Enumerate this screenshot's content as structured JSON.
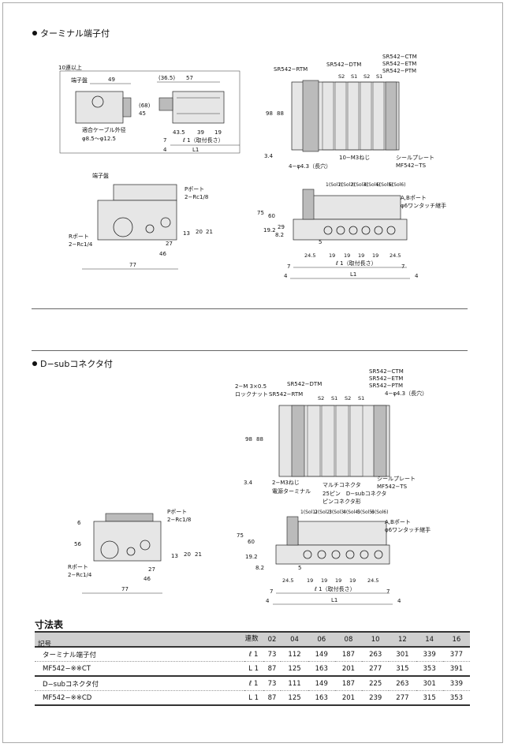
{
  "section1": {
    "title": "ターミナル端子付",
    "labels": {
      "connections_min": "10連以上",
      "terminal_block": "端子盤",
      "cable_od": "適合ケーブル外径",
      "cable_range": "φ8.5～φ12.5",
      "d49": "49",
      "d365": "(36.5)",
      "d57": "57",
      "d68": "(68)",
      "d45": "45",
      "d435": "43.5",
      "d39": "39",
      "d19": "19",
      "d7": "7",
      "d4": "4",
      "l1_mount": "ℓ 1（取付長さ）",
      "L1": "L1",
      "rtm": "SR542−RTM",
      "dtm": "SR542−DTM",
      "ctm": "SR542−CTM",
      "etm": "SR542−ETM",
      "ptm": "SR542−PTM",
      "s2": "S2",
      "s1": "S1",
      "d98": "98",
      "d88": "88",
      "d34": "3.4",
      "holes": "4−φ4.3（長穴）",
      "screws": "10−M3ねじ",
      "seal_plate": "シールプレート",
      "seal_model": "MF542−TS",
      "p_port": "Pポート",
      "p_port_size": "2−Rc1/8",
      "r_port": "Rポート",
      "r_port_size": "2−Rc1/4",
      "d20": "20",
      "d21": "21",
      "d13": "13",
      "d27": "27",
      "d46": "46",
      "d77": "77",
      "d75": "75",
      "d60": "60",
      "d29": "29",
      "d192": "19.2",
      "d82": "8.2",
      "d5": "5",
      "d245": "24.5",
      "ab_port": "A,Bポート",
      "ab_fit": "φ6ワンタッチ継手",
      "sol": [
        "1(Sol1)",
        "2(Sol2)",
        "3(Sol3)",
        "4(Sol4)",
        "5(Sol5)",
        "6(Sol6)"
      ]
    }
  },
  "section2": {
    "title": "D−subコネクタ付",
    "labels": {
      "locknut": "2−M 3×0.5",
      "locknut2": "ロックナット",
      "rtm": "SR542−RTM",
      "dtm": "SR542−DTM",
      "ctm": "SR542−CTM",
      "etm": "SR542−ETM",
      "ptm": "SR542−PTM",
      "s2": "S2",
      "s1": "S1",
      "holes": "4−φ4.3（長穴）",
      "d98": "98",
      "d88": "88",
      "d34": "3.4",
      "m3": "2−M3ねじ",
      "power_terminal": "電源ターミナル",
      "multi_conn": "マルチコネクタ",
      "dsub": "25ピン　D−subコネクタ",
      "dsub2": "ピンコネクタ形",
      "seal_plate": "シールプレート",
      "seal_model": "MF542−TS",
      "p_port": "Pポート",
      "p_port_size": "2−Rc1/8",
      "r_port": "Rポート",
      "r_port_size": "2−Rc1/4",
      "d6": "6",
      "d56": "56",
      "d20": "20",
      "d21": "21",
      "d13": "13",
      "d27": "27",
      "d46": "46",
      "d77": "77",
      "d75": "75",
      "d60": "60",
      "d192": "19.2",
      "d82": "8.2",
      "d5": "5",
      "d245": "24.5",
      "d19": "19",
      "d7": "7",
      "d4": "4",
      "l1_mount": "ℓ 1（取付長さ）",
      "L1": "L1",
      "ab_port": "A,Bポート",
      "ab_fit": "φ6ワンタッチ継手",
      "sol": [
        "1(Sol1)",
        "2(Sol2)",
        "3(Sol3)",
        "4(Sol4)",
        "5(Sol5)",
        "6(Sol6)"
      ]
    }
  },
  "table": {
    "title": "寸法表",
    "header_symbol": "記号",
    "header_count": "連数",
    "columns": [
      "02",
      "04",
      "06",
      "08",
      "10",
      "12",
      "14",
      "16"
    ],
    "groups": [
      {
        "name": "ターミナル端子付",
        "model": "MF542−※※CT",
        "rows": [
          {
            "sym": "ℓ 1",
            "values": [
              "73",
              "112",
              "149",
              "187",
              "263",
              "301",
              "339",
              "377"
            ]
          },
          {
            "sym": "L 1",
            "values": [
              "87",
              "125",
              "163",
              "201",
              "277",
              "315",
              "353",
              "391"
            ]
          }
        ]
      },
      {
        "name": "D−subコネクタ付",
        "model": "MF542−※※CD",
        "rows": [
          {
            "sym": "ℓ 1",
            "values": [
              "73",
              "111",
              "149",
              "187",
              "225",
              "263",
              "301",
              "339"
            ]
          },
          {
            "sym": "L 1",
            "values": [
              "87",
              "125",
              "163",
              "201",
              "239",
              "277",
              "315",
              "353"
            ]
          }
        ]
      }
    ]
  }
}
